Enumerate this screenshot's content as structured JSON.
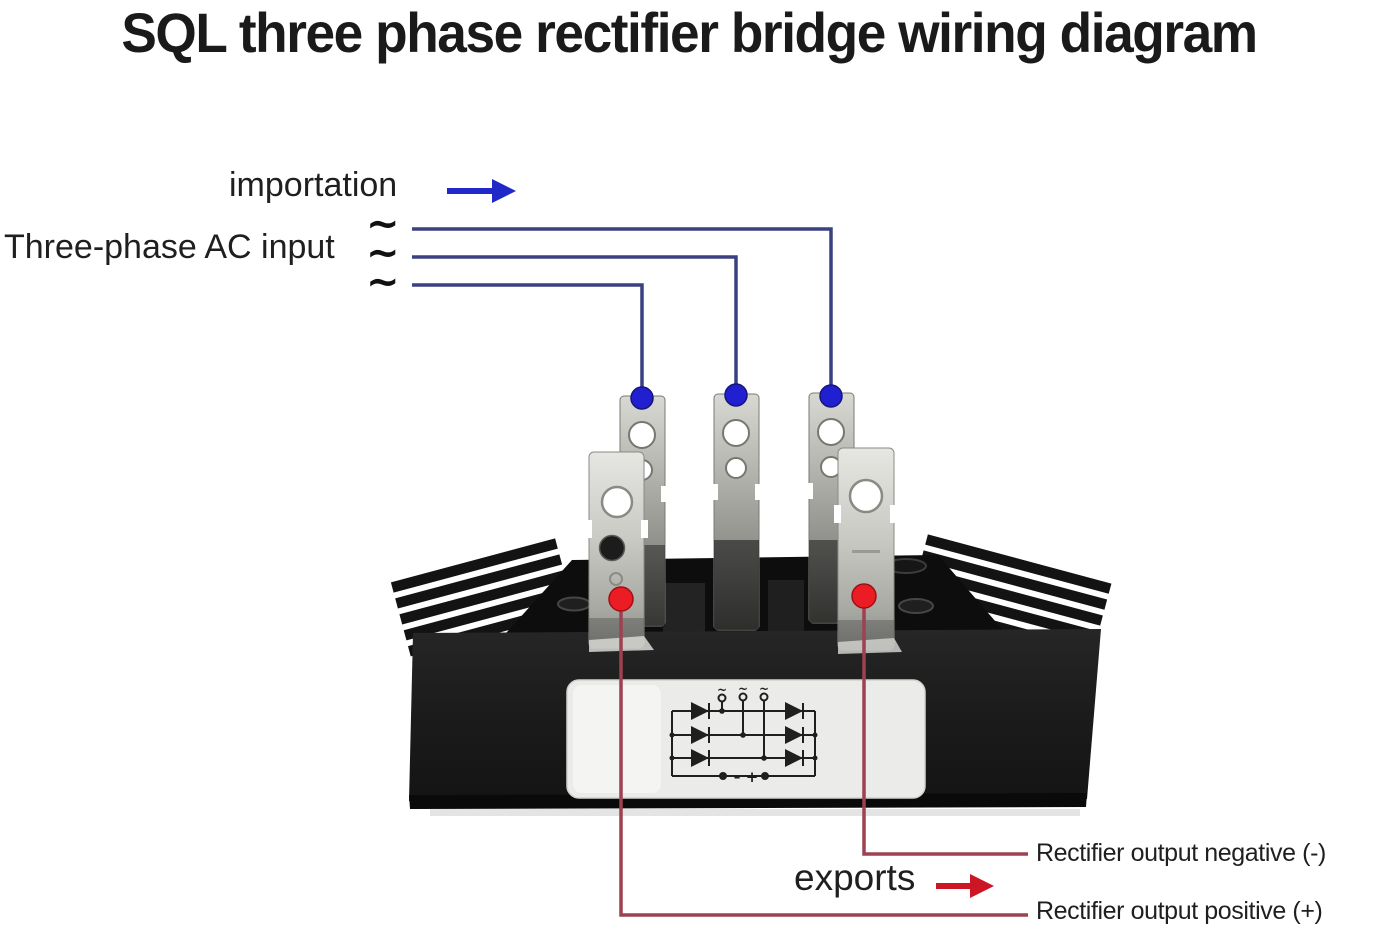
{
  "title": "SQL three phase rectifier bridge wiring diagram",
  "input": {
    "flow_label": "importation",
    "source_label": "Three-phase AC input",
    "phase_symbol": "~"
  },
  "output": {
    "flow_label": "exports",
    "negative_label": "Rectifier output negative (-)",
    "positive_label": "Rectifier output positive (+)"
  },
  "device_label": {
    "phase_symbol": "~",
    "minus_symbol": "-",
    "plus_symbol": "+"
  },
  "colors": {
    "input_line": "#3a4080",
    "input_dot": "#2020d0",
    "input_arrow": "#2128c8",
    "output_line": "#9c4250",
    "output_dot": "#ec1c24",
    "output_arrow": "#cc1626",
    "device_body": "#1a1a1a",
    "label_background": "#ebebe9"
  }
}
